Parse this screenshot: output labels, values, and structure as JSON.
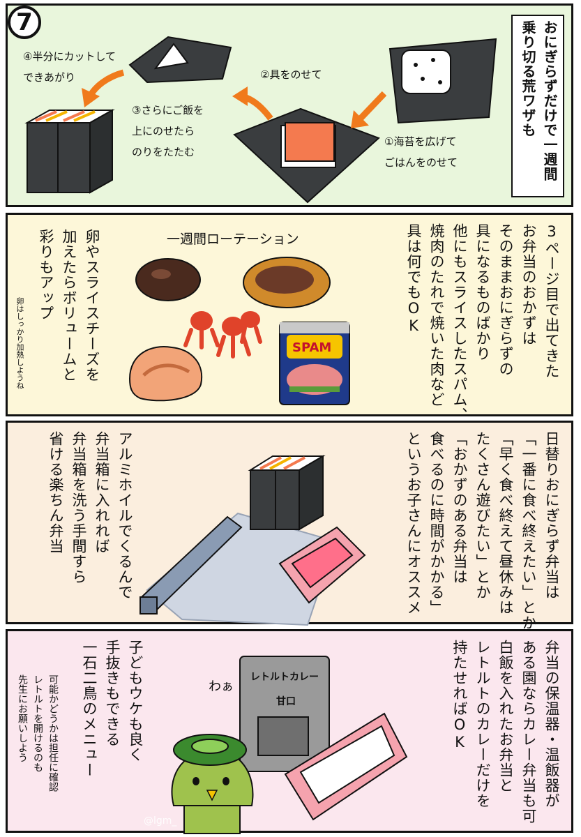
{
  "badge": "7",
  "panel1": {
    "title": "おにぎらずだけで一週間\n乗り切る荒ワザも",
    "step1": "①海苔を広げて\nごはんをのせて",
    "step2": "②具をのせて",
    "step3": "③さらにご飯を\n上にのせたら\nのりをたたむ",
    "step4": "④半分にカットして\nできあがり"
  },
  "panel2": {
    "text": "3ページ目で出てきた\nお弁当のおかずは\nそのままおにぎらずの\n具になるものばかり\n他にもスライスしたスパム、\n焼肉のたれで焼いた肉など\n具は何でもOK",
    "heading": "一週間ローテーション",
    "egg_note": "卵やスライスチーズを\n加えたらボリュームと\n彩りもアップ",
    "egg_small": "卵はしっかり加熱しようね",
    "spam_label": "SPAM"
  },
  "panel3": {
    "text": "日替りおにぎらず弁当は\n「一番に食べ終えたい」とか\n「早く食べ終えて昼休みは\nたくさん遊びたい」とか\n「おかずのある弁当は\n食べるのに時間がかかる」\nというお子さんにオススメ",
    "foil_text": "アルミホイルでくるんで\n弁当箱に入れれば\n弁当箱を洗う手間すら\n省ける楽ちん弁当"
  },
  "panel4": {
    "text": "弁当の保温器・温飯器が\nある園ならカレー弁当も可\n白飯を入れたお弁当と\nレトルトのカレーだけを\n持たせればOK",
    "kids_text": "子どもウケも良く\n手抜きもできる\n一石二鳥のメニュー",
    "note": "可能かどうかは担任に確認\nレトルトを開けるのも\n先生にお願いしよう",
    "waa": "わぁ",
    "pack_label": "レトルトカレー",
    "pack_sub": "甘口",
    "credit": "@lgm_"
  },
  "colors": {
    "panel1_bg": "#e9f6dc",
    "panel2_bg": "#fdf7d9",
    "panel3_bg": "#fbeede",
    "panel4_bg": "#fbe7ee",
    "arrow": "#f07a1c",
    "nori": "#3a3d3f",
    "salmon": "#f47a4f",
    "box_pink": "#f5a3ae",
    "mascot": "#9fc24d"
  }
}
